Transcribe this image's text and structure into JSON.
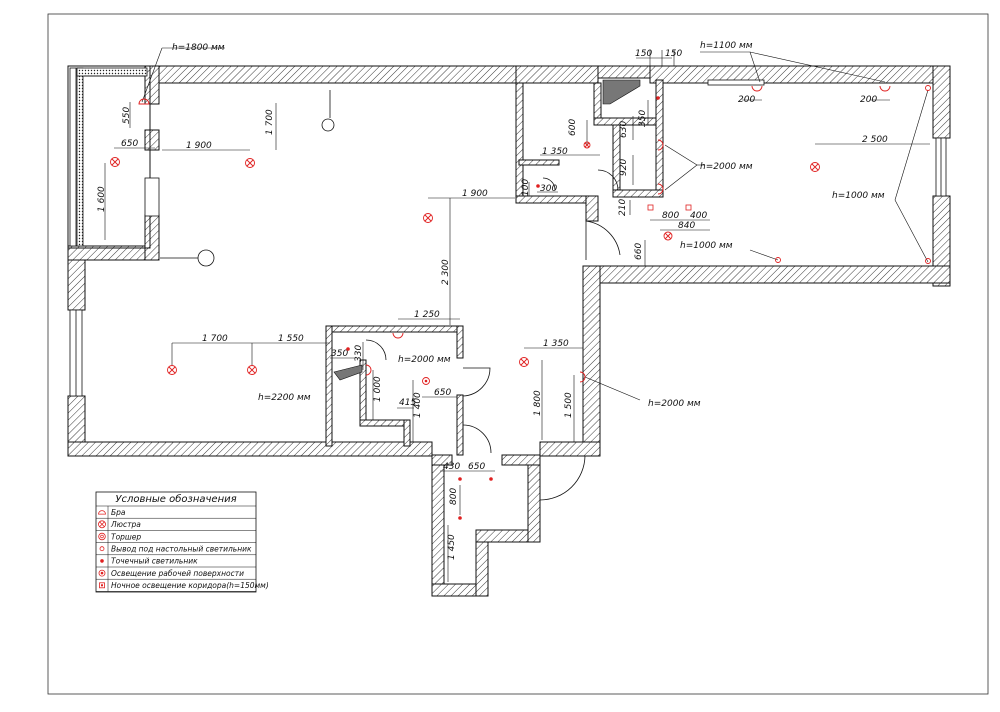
{
  "dimensions": {
    "balcony_h": "h=1800 мм",
    "d550": "550",
    "d650_left": "650",
    "d1600": "1 600",
    "d1700_top": "1 700",
    "d1900_left": "1 900",
    "d1900_center": "1 900",
    "d2300": "2 300",
    "d1700_bottom": "1 700",
    "d1550": "1 550",
    "d1250": "1 250",
    "d350_small": "350",
    "d330": "330",
    "h2000_small": "h=2000 мм",
    "h2200": "h=2200 мм",
    "d1000": "1 000",
    "d415": "415",
    "d1400": "1 400",
    "d650_mid": "650",
    "d1350_bottom": "1 350",
    "d1800": "1 800",
    "d1500": "1 500",
    "h2000_right": "h=2000 мм",
    "d430": "430",
    "d650_corr": "650",
    "d800_corr": "800",
    "d1450": "1 450",
    "d600": "600",
    "d1350_top": "1 350",
    "d100": "100",
    "d300": "300",
    "d150a": "150",
    "d150b": "150",
    "h1100": "h=1100 мм",
    "d200a": "200",
    "d200b": "200",
    "d630": "630",
    "d350_bath": "350",
    "h2000_bath": "h=2000 мм",
    "d920": "920",
    "d210": "210",
    "d800_bath": "800",
    "d400": "400",
    "d840": "840",
    "d2500": "2 500",
    "h1000_right": "h=1000 мм",
    "d660": "660",
    "h1000_bed": "h=1000 мм"
  },
  "legend": {
    "title": "Условные обозначения",
    "items": [
      {
        "icon": "bra-icon",
        "label": "Бра"
      },
      {
        "icon": "chandelier-icon",
        "label": "Люстра"
      },
      {
        "icon": "floor-lamp-icon",
        "label": "Торшер"
      },
      {
        "icon": "table-lamp-outlet-icon",
        "label": "Вывод под настольный светильник"
      },
      {
        "icon": "spotlight-icon",
        "label": "Точечный светильник"
      },
      {
        "icon": "work-surface-light-icon",
        "label": "Освещение рабочей поверхности"
      },
      {
        "icon": "night-corridor-light-icon",
        "label": "Ночное освещение коридора(h=150мм)"
      }
    ]
  },
  "colors": {
    "line": "#111111",
    "accent": "#e02020"
  }
}
